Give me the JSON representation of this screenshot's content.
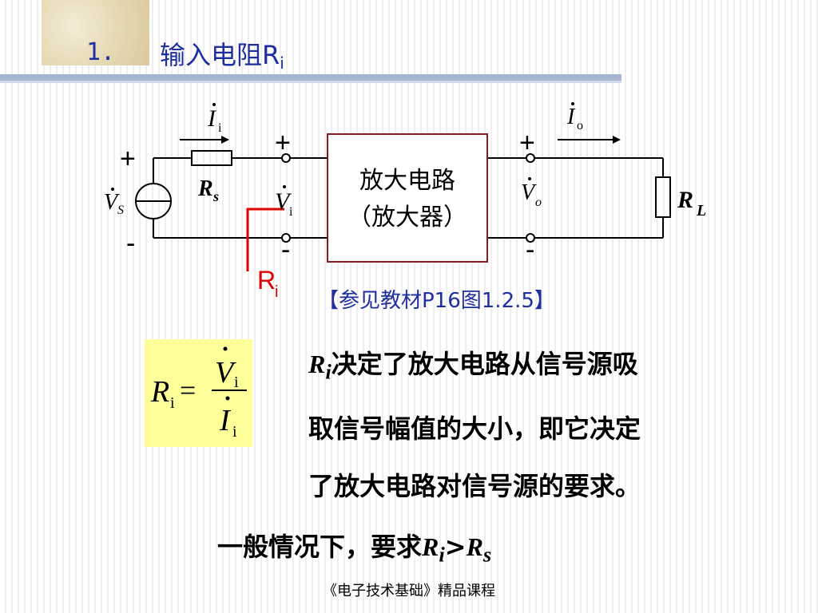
{
  "title": {
    "number": "1.",
    "text": "输入电阻R",
    "sub": "i"
  },
  "diagram": {
    "source_label": "V",
    "source_sub": "S",
    "rs_label": "R",
    "rs_sub": "s",
    "ii_label": "I",
    "ii_sub": "i",
    "vi_label": "V",
    "vi_sub": "i",
    "amp_line1": "放大电路",
    "amp_line2": "（放大器）",
    "vo_label": "V",
    "vo_sub": "o",
    "io_label": "I",
    "io_sub": "o",
    "rl_label": "R",
    "rl_sub": "L",
    "plus": "+",
    "minus": "-",
    "ri_marker": "R",
    "ri_marker_sub": "i"
  },
  "reference": "【参见教材P16图1.2.5】",
  "formula": {
    "lhs": "R",
    "lhs_sub": "i",
    "eq": "=",
    "num": "V",
    "num_sub": "i",
    "den": "I",
    "den_sub": "i"
  },
  "description": {
    "ri": "R",
    "ri_sub": "i",
    "text1": "决定了放大电路从信号源吸",
    "text2": "取信号幅值的大小，即它决定",
    "text3": "了放大电路对信号源的要求。"
  },
  "condition": {
    "prefix": "一般情况下，要求",
    "a": "R",
    "a_sub": "i",
    "op": ">",
    "b": "R",
    "b_sub": "s"
  },
  "footer": "《电子技术基础》精品课程"
}
